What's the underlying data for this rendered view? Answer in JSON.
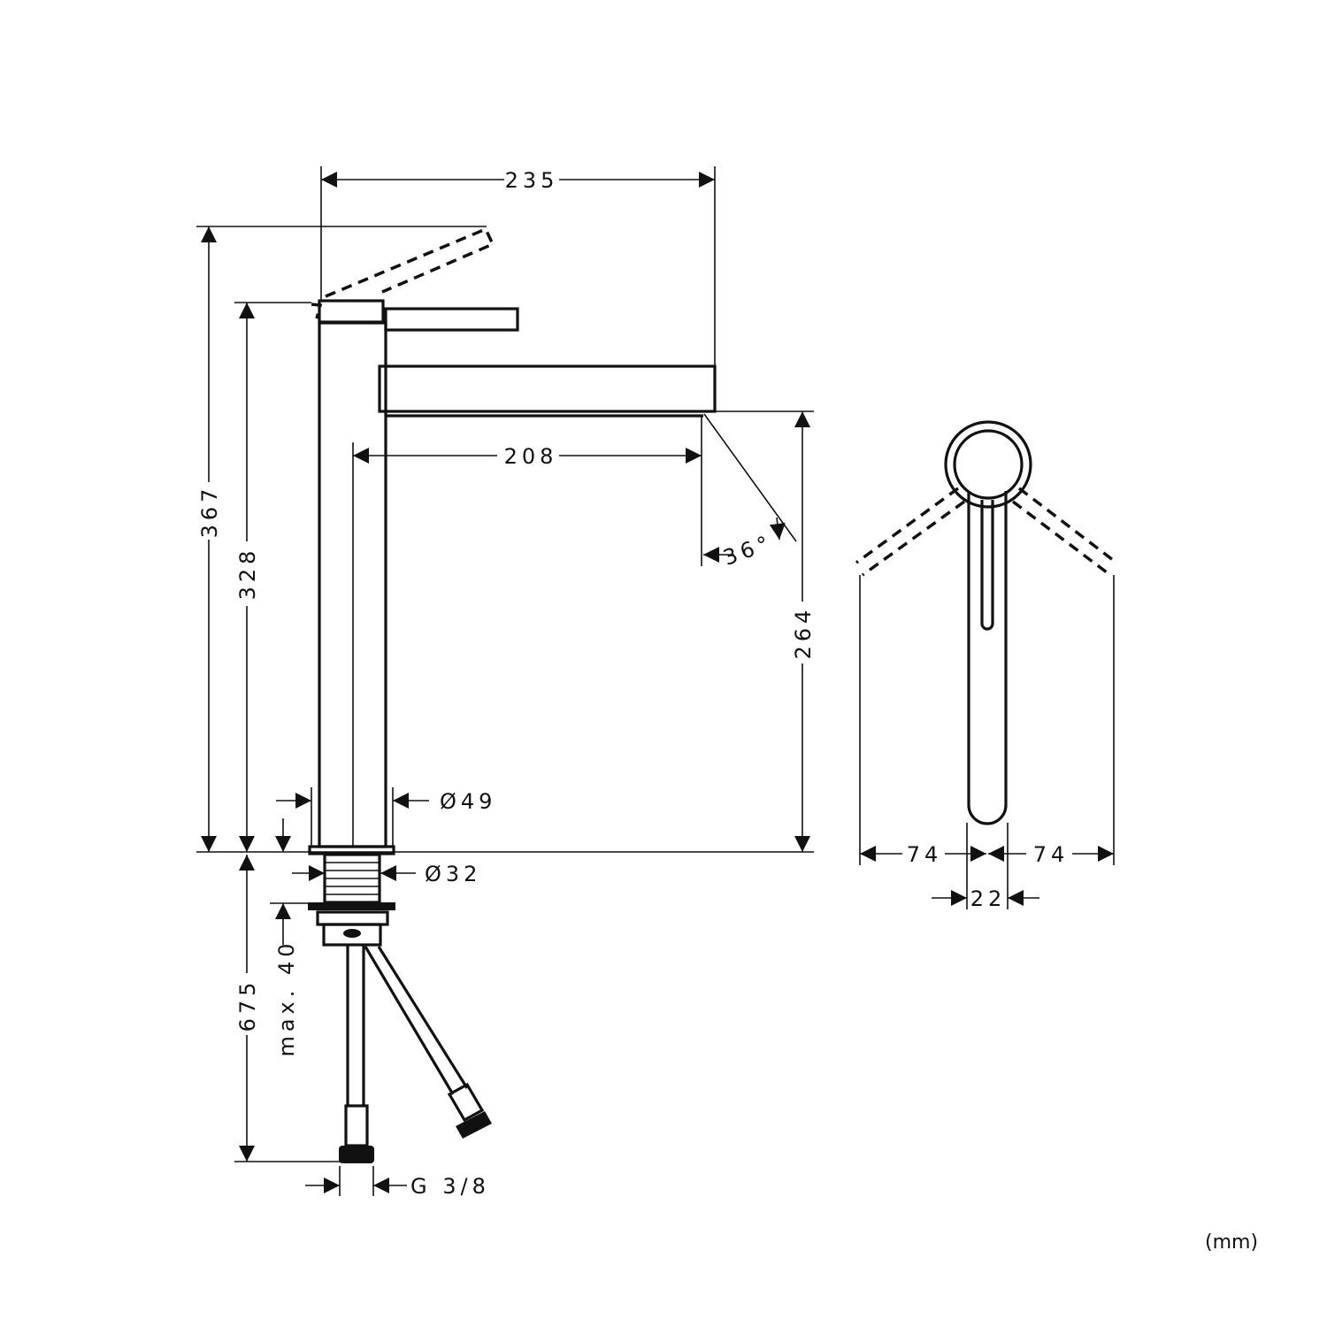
{
  "drawing": {
    "title": "Basin mixer dimension drawing",
    "dimensions": {
      "overall_width": "235",
      "spout_reach": "208",
      "angle": "36°",
      "height_lever_raised": "367",
      "height_body": "328",
      "spout_height": "264",
      "body_diameter": "Ø49",
      "thread_diameter": "Ø32",
      "max_thickness": "max. 40",
      "hose_length": "675",
      "connection": "G 3/8",
      "lever_swing_left": "74",
      "lever_swing_right": "74",
      "lever_width": "22"
    },
    "unit": "(mm)"
  }
}
